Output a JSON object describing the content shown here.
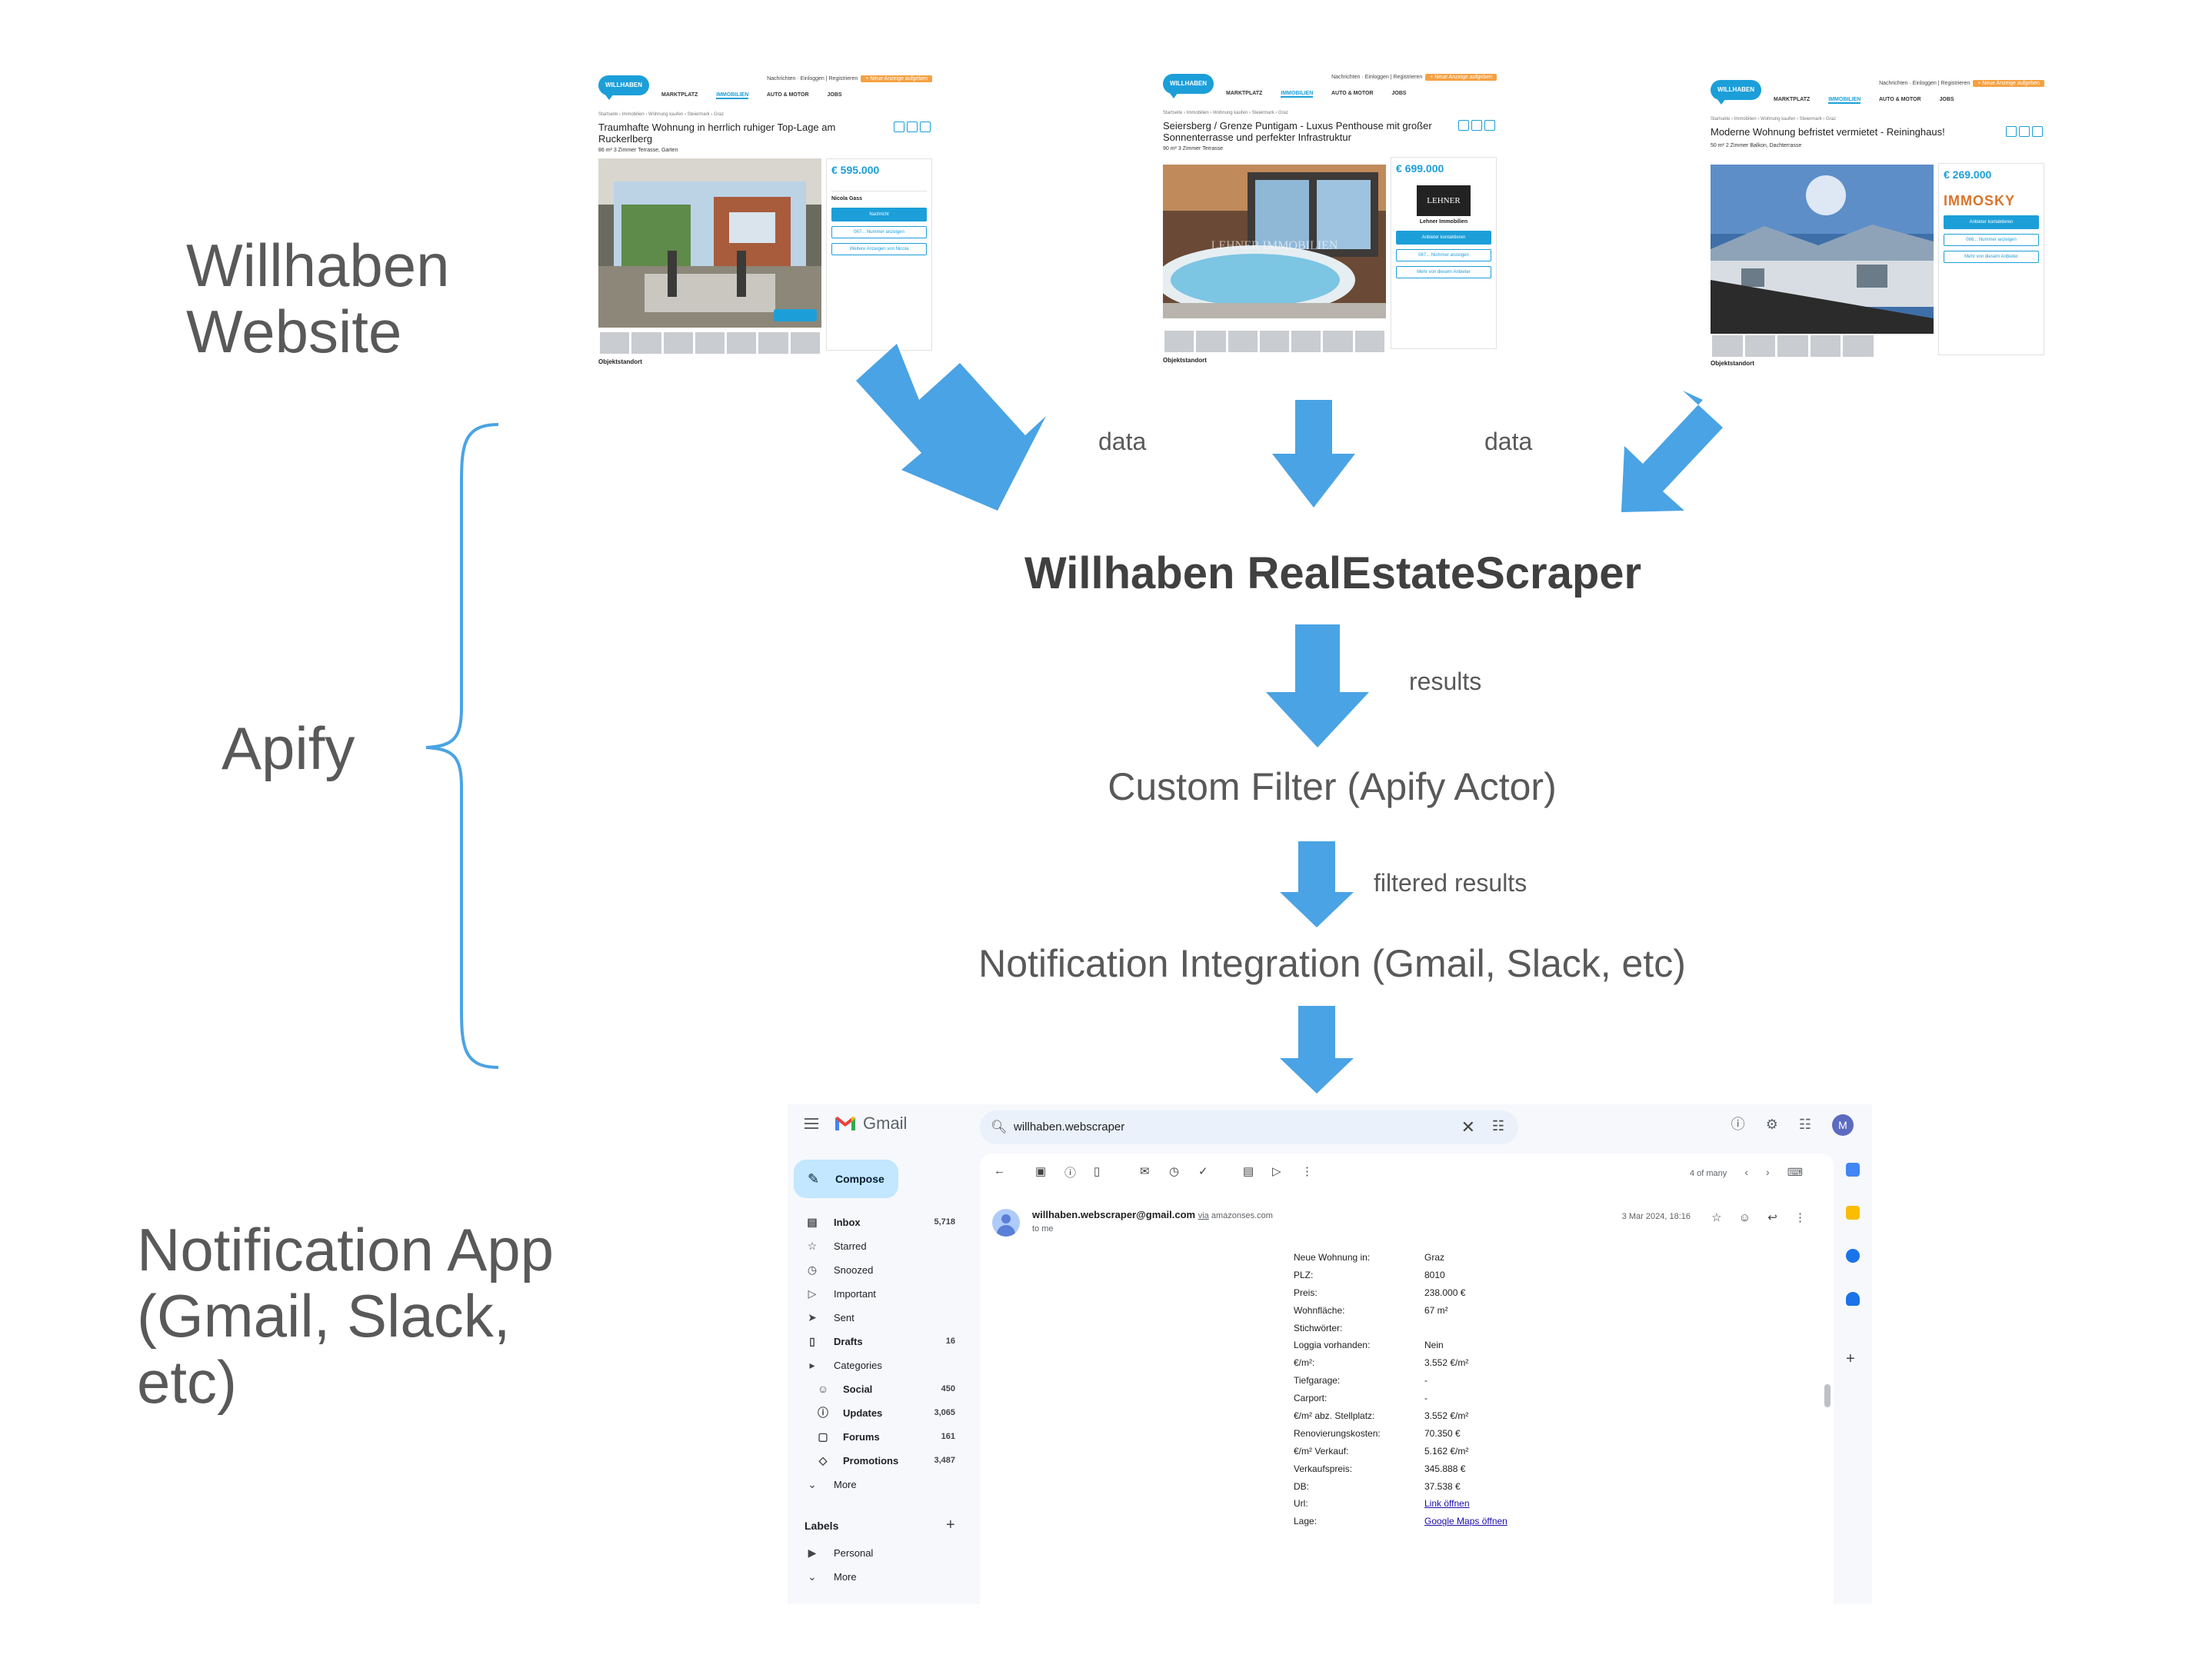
{
  "layers": {
    "website": "Willhaben\nWebsite",
    "apify": "Apify",
    "notification_app": "Notification App\n(Gmail, Slack,\netc)"
  },
  "flow": {
    "scraper": "Willhaben RealEstateScraper",
    "filter": "Custom Filter (Apify Actor)",
    "integration": "Notification Integration (Gmail, Slack, etc)",
    "edge_data_left": "data",
    "edge_data_right": "data",
    "edge_results": "results",
    "edge_filtered": "filtered results"
  },
  "colors": {
    "arrow": "#4aa3e4",
    "brace": "#4aa3e4",
    "label": "#595959"
  },
  "listings": [
    {
      "logo": "WILLHABEN",
      "top": "Nachrichten · Einloggen | Registrieren",
      "cta": "+ Neue Anzeige aufgeben",
      "nav": [
        "MARKTPLATZ",
        "IMMOBILIEN",
        "AUTO & MOTOR",
        "JOBS"
      ],
      "breadcrumb": "Startseite › Immobilien › Wohnung kaufen › Steiermark › Graz",
      "title": "Traumhafte Wohnung in herrlich ruhiger Top-Lage am Ruckerlberg",
      "meta": "86 m²   3 Zimmer   Terrasse, Garten",
      "price": "€ 595.000",
      "contact": "Nicola Gass",
      "btn1": "Nachricht",
      "btn2": "067... Nummer anzeigen",
      "btn3": "Weitere Anzeigen von Nicola",
      "section": "Objektstandort"
    },
    {
      "logo": "WILLHABEN",
      "top": "Nachrichten · Einloggen | Registrieren",
      "cta": "+ Neue Anzeige aufgeben",
      "nav": [
        "MARKTPLATZ",
        "IMMOBILIEN",
        "AUTO & MOTOR",
        "JOBS"
      ],
      "breadcrumb": "Startseite › Immobilien › Wohnung kaufen › Steiermark › Graz",
      "title": "Seiersberg / Grenze Puntigam - Luxus Penthouse mit großer Sonnenterrasse und perfekter Infrastruktur",
      "meta": "90 m²   3 Zimmer   Terrasse",
      "price": "€ 699.000",
      "contact": "Lehner Immobilien",
      "btn1": "Anbieter kontaktieren",
      "btn2": "067... Nummer anzeigen",
      "btn3": "Mehr von diesem Anbieter",
      "section": "Objektstandort"
    },
    {
      "logo": "WILLHABEN",
      "top": "Nachrichten · Einloggen | Registrieren",
      "cta": "+ Neue Anzeige aufgeben",
      "nav": [
        "MARKTPLATZ",
        "IMMOBILIEN",
        "AUTO & MOTOR",
        "JOBS"
      ],
      "breadcrumb": "Startseite › Immobilien › Wohnung kaufen › Steiermark › Graz",
      "title": "Moderne Wohnung befristet vermietet - Reininghaus!",
      "meta": "50 m²   2 Zimmer   Balkon, Dachterrasse",
      "price": "€ 269.000",
      "contact": "IMMOSKY",
      "btn1": "Anbieter kontaktieren",
      "btn2": "066... Nummer anzeigen",
      "btn3": "Mehr von diesem Anbieter",
      "section": "Objektstandort"
    }
  ],
  "gmail": {
    "app_name": "Gmail",
    "search_value": "willhaben.webscraper",
    "compose": "Compose",
    "avatar": "M",
    "nav": [
      {
        "label": "Inbox",
        "count": "5,718",
        "icon": "inbox-icon",
        "bold": true
      },
      {
        "label": "Starred",
        "count": "",
        "icon": "star-icon",
        "bold": false
      },
      {
        "label": "Snoozed",
        "count": "",
        "icon": "clock-icon",
        "bold": false
      },
      {
        "label": "Important",
        "count": "",
        "icon": "important-icon",
        "bold": false
      },
      {
        "label": "Sent",
        "count": "",
        "icon": "send-icon",
        "bold": false
      },
      {
        "label": "Drafts",
        "count": "16",
        "icon": "draft-icon",
        "bold": true
      },
      {
        "label": "Categories",
        "count": "",
        "icon": "label-icon",
        "bold": false
      },
      {
        "label": "Social",
        "count": "450",
        "icon": "people-icon",
        "bold": true
      },
      {
        "label": "Updates",
        "count": "3,065",
        "icon": "info-icon",
        "bold": true
      },
      {
        "label": "Forums",
        "count": "161",
        "icon": "forum-icon",
        "bold": true
      },
      {
        "label": "Promotions",
        "count": "3,487",
        "icon": "tag-icon",
        "bold": true
      },
      {
        "label": "More",
        "count": "",
        "icon": "chevron-down-icon",
        "bold": false
      }
    ],
    "labels_heading": "Labels",
    "labels": [
      {
        "label": "Personal",
        "icon": "label-icon"
      },
      {
        "label": "More",
        "icon": "chevron-down-icon"
      }
    ],
    "pager": "4 of many",
    "sender_email": "willhaben.webscraper@gmail.com",
    "via": "via",
    "via_domain": "amazonses.com",
    "to": "to me",
    "date": "3 Mar 2024, 18:16",
    "body": [
      {
        "key": "Neue Wohnung in:",
        "value": "Graz",
        "link": false
      },
      {
        "key": "PLZ:",
        "value": "8010",
        "link": false
      },
      {
        "key": "Preis:",
        "value": "238.000 €",
        "link": false
      },
      {
        "key": "Wohnfläche:",
        "value": "67 m²",
        "link": false
      },
      {
        "key": "Stichwörter:",
        "value": "",
        "link": false
      },
      {
        "key": "Loggia vorhanden:",
        "value": "Nein",
        "link": false
      },
      {
        "key": "€/m²:",
        "value": "3.552 €/m²",
        "link": false
      },
      {
        "key": "Tiefgarage:",
        "value": "-",
        "link": false
      },
      {
        "key": "Carport:",
        "value": "-",
        "link": false
      },
      {
        "key": "€/m² abz. Stellplatz:",
        "value": "3.552 €/m²",
        "link": false
      },
      {
        "key": "Renovierungskosten:",
        "value": "70.350 €",
        "link": false
      },
      {
        "key": "€/m² Verkauf:",
        "value": "5.162 €/m²",
        "link": false
      },
      {
        "key": "Verkaufspreis:",
        "value": "345.888 €",
        "link": false
      },
      {
        "key": "DB:",
        "value": "37.538 €",
        "link": false
      },
      {
        "key": "Url:",
        "value": "Link öffnen",
        "link": true
      },
      {
        "key": "Lage:",
        "value": "Google Maps öffnen",
        "link": true
      }
    ]
  }
}
